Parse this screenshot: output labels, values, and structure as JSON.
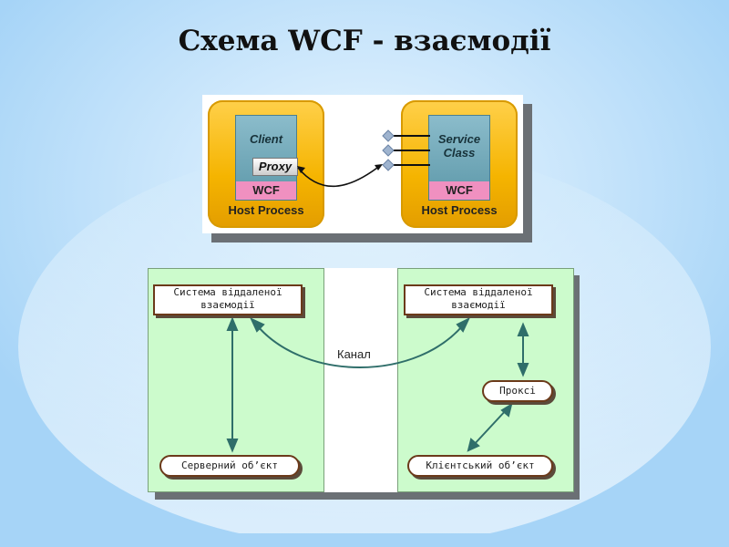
{
  "title": "Схема WCF - взаємодії",
  "top_diagram": {
    "left_host": {
      "label": "Host Process",
      "inner": "Client",
      "proxy": "Proxy",
      "layer": "WCF"
    },
    "right_host": {
      "label": "Host Process",
      "inner_line1": "Service",
      "inner_line2": "Class",
      "layer": "WCF"
    }
  },
  "bottom_diagram": {
    "left_panel": {
      "system_line1": "Система віддаленої",
      "system_line2": "взаємодії",
      "object": "Серверний об’єкт"
    },
    "right_panel": {
      "system_line1": "Система віддаленої",
      "system_line2": "взаємодії",
      "proxy": "Проксі",
      "object": "Клієнтський об’єкт"
    },
    "channel_label": "Канал"
  },
  "colors": {
    "background": "#a6d4f7",
    "host": "#f5b400",
    "wcf": "#f090c0",
    "panel": "#ccfbcc",
    "arrow": "#2f6e6a"
  }
}
